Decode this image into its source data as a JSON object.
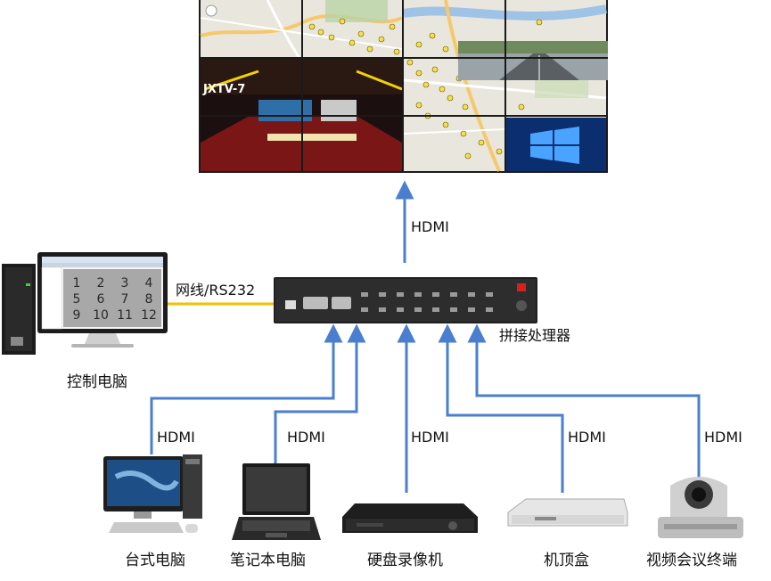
{
  "wall": {
    "channel_tag": "JXTV-7"
  },
  "processor": {
    "name": "拼接处理器"
  },
  "control_pc": {
    "name": "控制电脑",
    "connection_label": "网线/RS232",
    "screen_grid": [
      "1",
      "2",
      "3",
      "4",
      "5",
      "6",
      "7",
      "8",
      "9",
      "10",
      "11",
      "12"
    ]
  },
  "output_link": {
    "label": "HDMI"
  },
  "sources": [
    {
      "name": "台式电脑",
      "link_label": "HDMI"
    },
    {
      "name": "笔记本电脑",
      "link_label": "HDMI"
    },
    {
      "name": "硬盘录像机",
      "link_label": "HDMI"
    },
    {
      "name": "机顶盒",
      "link_label": "HDMI"
    },
    {
      "name": "视频会议终端",
      "link_label": "HDMI"
    }
  ],
  "colors": {
    "arrow": "#4a7fcf",
    "rs232_line": "#f2c200",
    "map_bg": "#e9e6dd",
    "wall_frame": "#1a1a1a"
  }
}
